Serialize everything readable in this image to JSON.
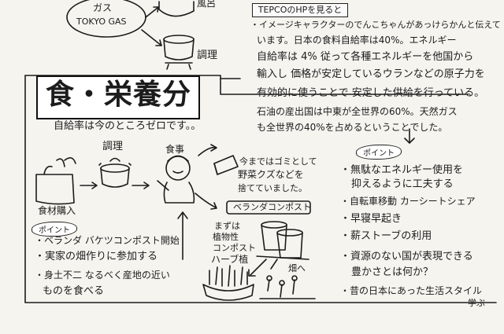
{
  "top": {
    "gas_label": "ガス",
    "tokyo_gas": "TOKYO GAS",
    "heating": "風呂",
    "cooking": "調理"
  },
  "tepco": {
    "box": "TEPCOのHPを見ると",
    "lines": [
      "・イメージキャラクターのでんこちゃんがあっけらかんと伝えて",
      "います。日本の食料自給率は40%。エネルギー",
      "自給率は 4% 従って各種エネルギーを他国から",
      "輸入し 価格が安定しているウランなどの原子力を",
      "有効的に使うことで 安定した供給を行っている。",
      "石油の産出国は中東が全世界の60%。天然ガス",
      "も全世界の40%を占めるということでした。"
    ],
    "point_label": "ポイント",
    "points": [
      "・無駄なエネルギー使用を",
      "抑えるように工夫する",
      "・自転車移動 カーシートシェア",
      "・早寝早起き",
      "・薪ストーブの利用",
      "・資源のない国が表現できる",
      "豊かさとは何か？",
      "・昔の日本にあった生活スタイル",
      "学ぶ"
    ]
  },
  "food": {
    "title": "食・栄養分",
    "subtitle": "自給率は今のところゼロです。。",
    "flow": {
      "cooking": "調理",
      "meal": "食事",
      "purchase": "食材購入"
    },
    "note": [
      "今まではゴミとして",
      "野菜クズなどを",
      "捨てていました。"
    ],
    "compost_label": "ベランダコンポスト",
    "compost_text": [
      "まずは",
      "植物性",
      "コンポスト"
    ],
    "herb": "ハーブ植",
    "field": "畑へ",
    "point_label": "ポイント",
    "points": [
      "・ベランダ バケツコンポスト開始",
      "・実家の畑作りに参加する",
      "・身土不二 なるべく産地の近い",
      "ものを食べる"
    ]
  }
}
